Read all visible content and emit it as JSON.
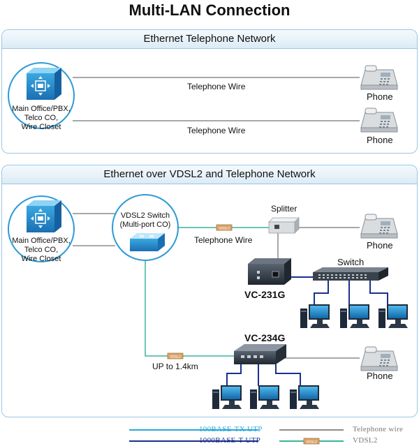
{
  "title": "Multi-LAN Connection",
  "panel1": {
    "heading": "Ethernet Telephone Network",
    "office_label_lines": [
      "Main Office/PBX,",
      "Telco CO,",
      "Wire Closet"
    ],
    "wire_label_1": "Telephone Wire",
    "wire_label_2": "Telephone Wire",
    "phone_label_1": "Phone",
    "phone_label_2": "Phone"
  },
  "panel2": {
    "heading": "Ethernet over VDSL2 and Telephone Network",
    "office_label_lines": [
      "Main Office/PBX,",
      "Telco CO,",
      "Wire Closet"
    ],
    "switch_label_lines": [
      "VDSL2 Switch",
      "(Multi-port CO)"
    ],
    "splitter_label": "Splitter",
    "wire_label": "Telephone Wire",
    "switch_label": "Switch",
    "vc231_label": "VC-231G",
    "vc234_label": "VC-234G",
    "distance_label": "UP to 1.4km",
    "phone_label_1": "Phone",
    "phone_label_2": "Phone",
    "vdsl_tag_1": "VDSL2",
    "vdsl_tag_2": "VDSL2"
  },
  "legend": {
    "tx": "100BASE-TX UTP",
    "t": "1000BASE-T UTP",
    "tel": "Telephone wire",
    "vdsl": "VDSL2",
    "vdsl_tag": "VDSL2"
  },
  "colors": {
    "tx": "#29a7d8",
    "t": "#1b2f8f",
    "tel": "#8c8c8c",
    "vdsl": "#3cb49a",
    "panel_border": "#9cc6e2"
  }
}
